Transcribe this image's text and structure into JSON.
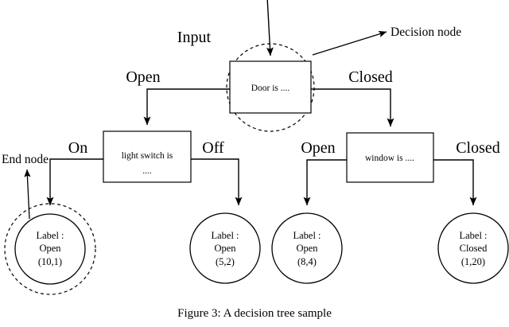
{
  "figure": {
    "caption": "Figure 3: A decision tree sample"
  },
  "annotations": {
    "input": "Input",
    "decision_node": "Decision node",
    "end_node": "End node"
  },
  "nodes": {
    "root": {
      "text": "Door is ...."
    },
    "left_child": {
      "line1": "light switch is",
      "line2": "...."
    },
    "right_child": {
      "text": "window is ...."
    }
  },
  "branch_labels": {
    "root_left": "Open",
    "root_right": "Closed",
    "left_child_left": "On",
    "left_child_right": "Off",
    "right_child_left": "Open",
    "right_child_right": "Closed"
  },
  "leaves": [
    {
      "id": "leaf-open-10-1",
      "line1": "Label :",
      "line2": "Open",
      "line3": "(10,1)"
    },
    {
      "id": "leaf-open-5-2",
      "line1": "Label :",
      "line2": "Open",
      "line3": "(5,2)"
    },
    {
      "id": "leaf-open-8-4",
      "line1": "Label :",
      "line2": "Open",
      "line3": "(8,4)"
    },
    {
      "id": "leaf-closed-1-20",
      "line1": "Label :",
      "line2": "Closed",
      "line3": "(1,20)"
    }
  ],
  "colors": {
    "stroke": "#000000",
    "background": "#ffffff",
    "text": "#000000"
  }
}
